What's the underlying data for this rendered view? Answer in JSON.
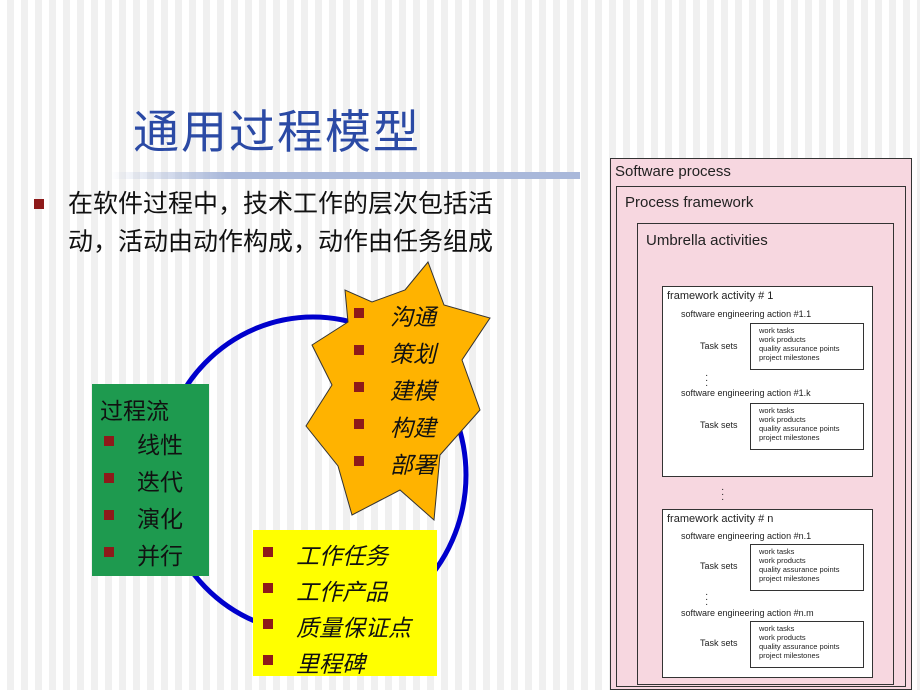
{
  "title": "通用过程模型",
  "bullet": {
    "line1": "在软件过程中，技术工作的层次包括活",
    "line2": "动，活动由动作构成，动作由任务组成"
  },
  "process_flow": {
    "heading": "过程流",
    "items": [
      "线性",
      "迭代",
      "演化",
      "并行"
    ]
  },
  "star_activities": [
    "沟通",
    "策划",
    "建模",
    "构建",
    "部署"
  ],
  "task_items": [
    "工作任务",
    "工作产品",
    "质量保证点",
    "里程碑"
  ],
  "colors": {
    "title": "#2b4aa5",
    "bullet": "#8e1a1a",
    "green_box": "#1e9a4f",
    "star_fill": "#ffb300",
    "yellow_box": "#ffff00",
    "circle": "#0000cc",
    "diagram_bg": "#f7d7e0"
  },
  "diagram": {
    "software_process": "Software process",
    "process_framework": "Process framework",
    "umbrella": "Umbrella activities",
    "activity1": {
      "title": "framework activity # 1",
      "action_first": "software engineering action #1.1",
      "action_last": "software engineering action #1.k"
    },
    "activityn": {
      "title": "framework activity # n",
      "action_first": "software engineering action #n.1",
      "action_last": "software engineering action #n.m"
    },
    "task_sets": "Task sets",
    "tasks": [
      "work tasks",
      "work products",
      "quality assurance points",
      "project milestones"
    ]
  }
}
